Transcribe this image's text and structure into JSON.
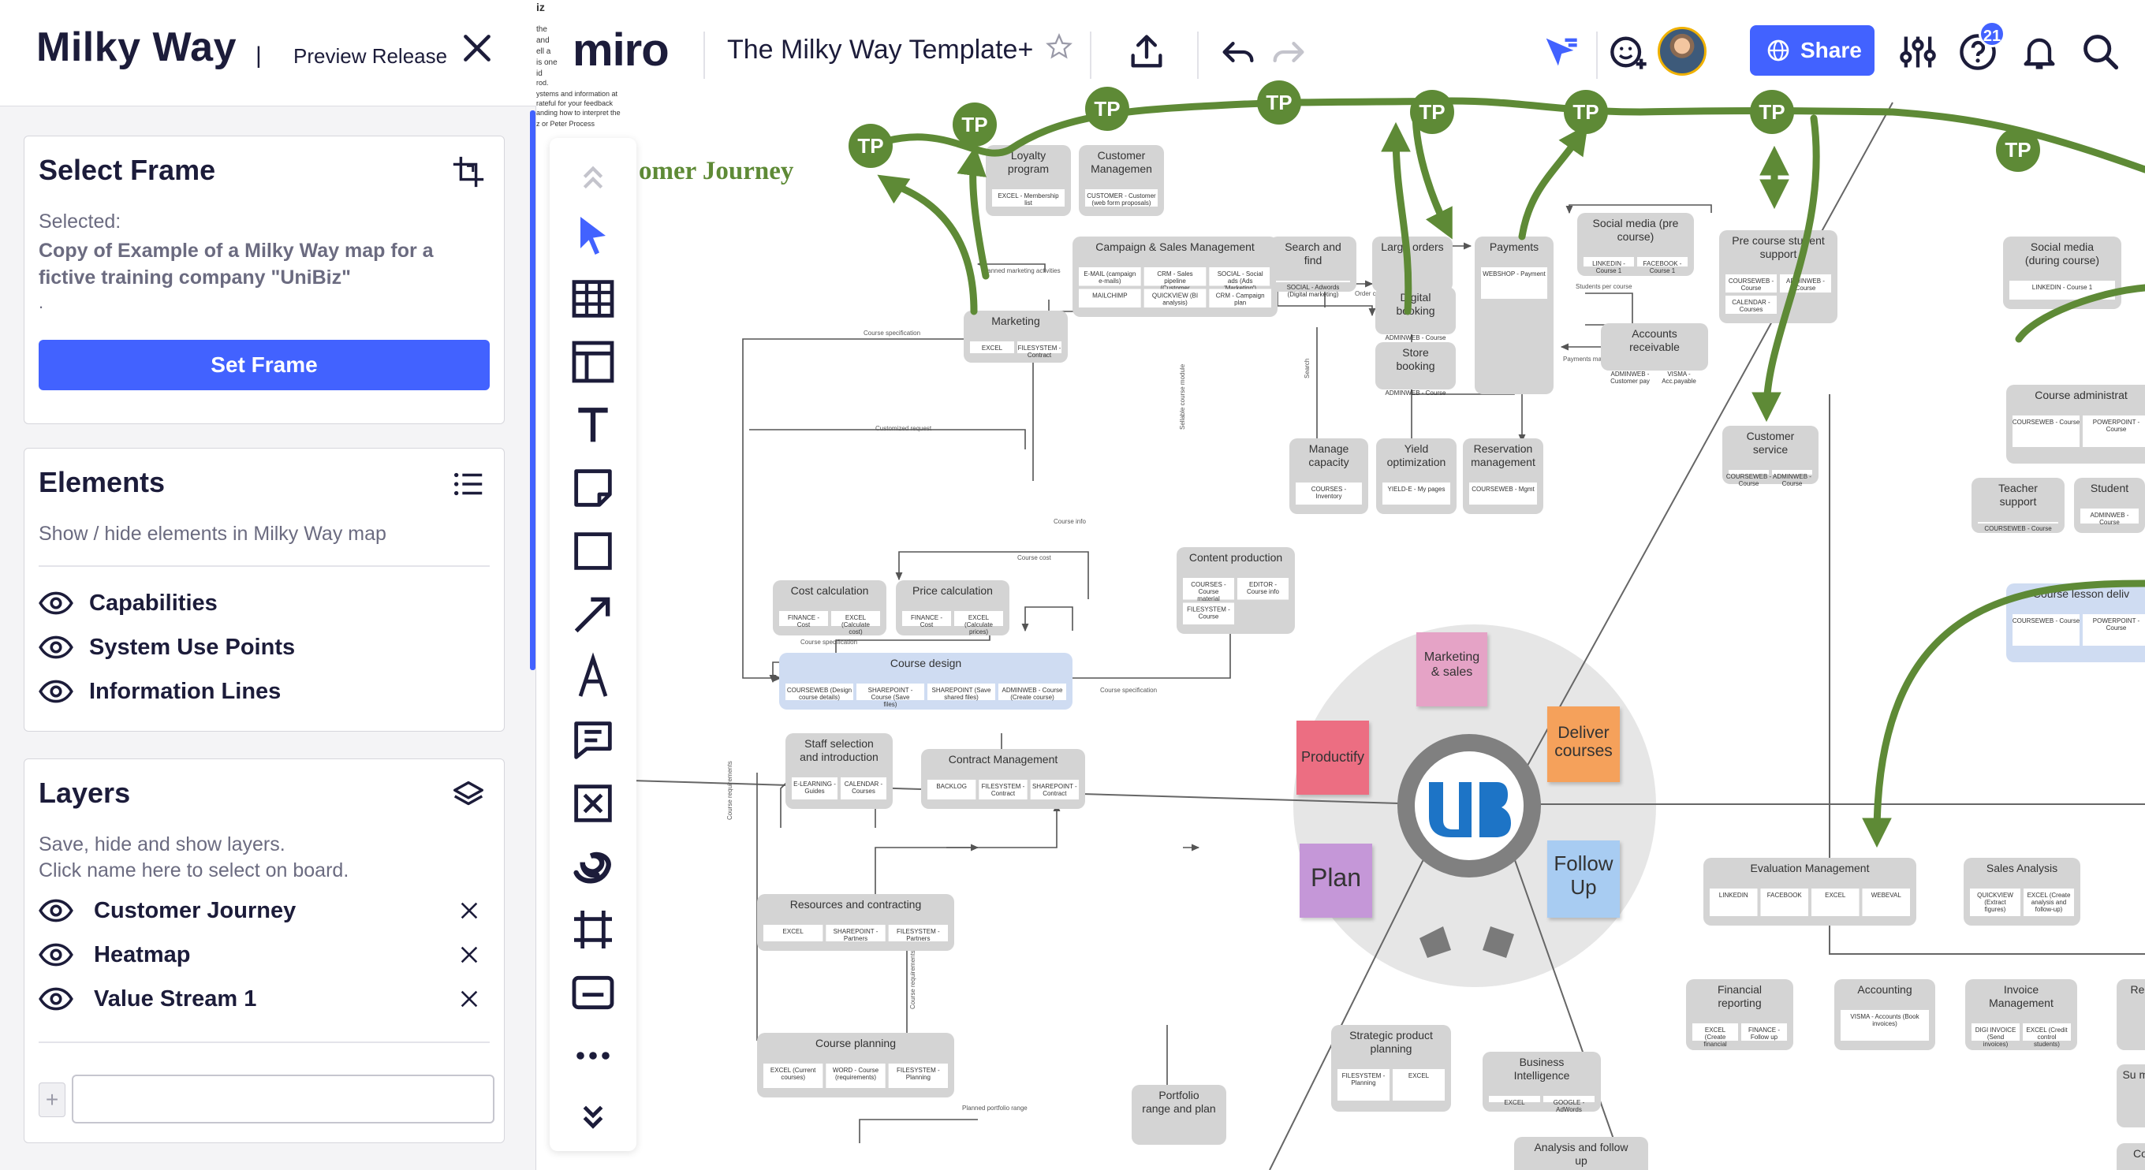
{
  "panel": {
    "title": "Milky Way",
    "separator": "|",
    "subtitle": "Preview Release",
    "select_frame": {
      "title": "Select Frame",
      "selected_label": "Selected:",
      "selected_name": "Copy of Example of a Milky Way map for a fictive training company \"UniBiz\"",
      "dot": ".",
      "button": "Set Frame"
    },
    "elements": {
      "title": "Elements",
      "desc": "Show / hide elements in Milky Way map",
      "items": [
        {
          "label": "Capabilities"
        },
        {
          "label": "System Use Points"
        },
        {
          "label": "Information Lines"
        }
      ]
    },
    "layers": {
      "title": "Layers",
      "desc_line1": "Save, hide and show layers.",
      "desc_line2": "Click name here to select on board.",
      "items": [
        {
          "label": "Customer Journey"
        },
        {
          "label": "Heatmap"
        },
        {
          "label": "Value Stream 1"
        }
      ],
      "add_button": "+",
      "input_value": ""
    }
  },
  "topbar": {
    "logo": "miro",
    "board_name": "The Milky Way Template+",
    "share": "Share",
    "notifications": "21"
  },
  "board": {
    "strip_fragment": "iz",
    "strip_lines": [
      "the",
      "and",
      "ell a",
      "is one",
      "id",
      "rod.",
      "ystems and information at",
      "rateful for your feedback",
      "anding how to interpret the",
      "z or Peter Process"
    ],
    "journey_title": "omer Journey",
    "tp_label": "TP",
    "center_stickies": {
      "marketing": "Marketing & sales",
      "deliver": "Deliver courses",
      "productify": "Productify",
      "plan": "Plan",
      "follow": "Follow Up"
    },
    "boxes": {
      "loyalty": "Loyalty program",
      "loyalty_sub": [
        "EXCEL - Membership list"
      ],
      "customer_mgmt": "Customer Managemen",
      "customer_mgmt_sub": [
        "CUSTOMER - Customer (web form proposals)"
      ],
      "campaign": "Campaign & Sales Management",
      "campaign_sub": [
        "E-MAIL (campaign e-mails)",
        "CRM - Sales pipeline (Customer details)",
        "SOCIAL - Social ads (Ads 'Marketing')",
        "MAILCHIMP",
        "QUICKVIEW (BI analysis)",
        "CRM - Campaign plan"
      ],
      "search": "Search and find",
      "search_sub": [
        "SOCIAL - Adwords (Digital marketing)"
      ],
      "large_orders": "Large orders",
      "payments": "Payments",
      "payments_sub": [
        "WEBSHOP - Payment"
      ],
      "social_pre": "Social media (pre course)",
      "social_pre_sub": [
        "LINKEDIN - Course 1",
        "FACEBOOK - Course 1"
      ],
      "pre_support": "Pre course student support",
      "pre_support_sub": [
        "COURSEWEB - Course",
        "ADMINWEB - Course",
        "CALENDAR - Courses"
      ],
      "social_during": "Social media (during course)",
      "social_during_sub": [
        "LINKEDIN - Course 1"
      ],
      "marketing": "Marketing",
      "marketing_sub": [
        "EXCEL",
        "FILESYSTEM - Contract"
      ],
      "digital_booking": "Digital booking",
      "digital_booking_sub": [
        "ADMINWEB - Course"
      ],
      "store_booking": "Store booking",
      "store_booking_sub": [
        "ADMINWEB - Course"
      ],
      "accounts_rec": "Accounts receivable",
      "accounts_rec_sub": [
        "ADMINWEB - Customer pay",
        "VISMA - Acc.payable"
      ],
      "customer_service": "Customer service",
      "customer_service_sub": [
        "COURSEWEB - Course",
        "ADMINWEB - Course"
      ],
      "course_admin": "Course administrat",
      "course_admin_sub": [
        "COURSEWEB - Course",
        "POWERPOINT - Course"
      ],
      "teacher_support": "Teacher support",
      "teacher_support_sub": [
        "COURSEWEB - Course"
      ],
      "student": "Student",
      "student_sub": [
        "ADMINWEB - Course"
      ],
      "manage_capacity": "Manage capacity",
      "manage_capacity_sub": [
        "COURSES - Inventory"
      ],
      "yield": "Yield optimization",
      "yield_sub": [
        "YIELD-E - My pages"
      ],
      "reservation": "Reservation management",
      "reservation_sub": [
        "COURSEWEB - Mgmt"
      ],
      "content_prod": "Content production",
      "content_prod_sub": [
        "COURSES - Course material",
        "EDITOR - Course info",
        "FILESYSTEM - Course"
      ],
      "cost_calc": "Cost calculation",
      "cost_calc_sub": [
        "FINANCE - Cost",
        "EXCEL (Calculate cost)"
      ],
      "price_calc": "Price calculation",
      "price_calc_sub": [
        "FINANCE - Cost",
        "EXCEL (Calculate prices)"
      ],
      "course_design": "Course design",
      "course_design_sub": [
        "COURSEWEB (Design course details)",
        "SHAREPOINT - Course (Save files)",
        "SHAREPOINT (Save shared files)",
        "ADMINWEB - Course (Create course)"
      ],
      "lesson_deliv": "Course lesson deliv",
      "lesson_deliv_sub": [
        "COURSEWEB - Course",
        "POWERPOINT - Course"
      ],
      "staff": "Staff selection and introduction",
      "staff_sub": [
        "E-LEARNING - Guides",
        "CALENDAR - Courses"
      ],
      "contract": "Contract Management",
      "contract_sub": [
        "BACKLOG",
        "FILESYSTEM - Contract",
        "SHAREPOINT - Contract"
      ],
      "resources": "Resources and contracting",
      "resources_sub": [
        "EXCEL",
        "SHAREPOINT - Partners",
        "FILESYSTEM - Partners"
      ],
      "evaluation": "Evaluation Management",
      "evaluation_sub": [
        "LINKEDIN",
        "FACEBOOK",
        "EXCEL",
        "WEBEVAL"
      ],
      "sales_analysis": "Sales Analysis",
      "sales_analysis_sub": [
        "QUICKVIEW (Extract figures)",
        "EXCEL (Create analysis and follow-up)"
      ],
      "course_planning": "Course planning",
      "course_planning_sub": [
        "EXCEL (Current courses)",
        "WORD - Course (requirements)",
        "FILESYSTEM - Planning"
      ],
      "portfolio": "Portfolio range and plan",
      "strategic": "Strategic product planning",
      "strategic_sub": [
        "FILESYSTEM - Planning",
        "EXCEL"
      ],
      "bi": "Business Intelligence",
      "bi_sub": [
        "EXCEL",
        "GOOGLE - AdWords"
      ],
      "analysis": "Analysis and follow up",
      "fin_reporting": "Financial reporting",
      "fin_reporting_sub": [
        "EXCEL (Create financial reports)",
        "FINANCE - Follow up"
      ],
      "accounting": "Accounting",
      "accounting_sub": [
        "VISMA - Accounts (Book invoices)"
      ],
      "invoice": "Invoice Management",
      "invoice_sub": [
        "DIGI INVOICE (Send invoices)",
        "EXCEL (Credit control students)"
      ],
      "rec_partial": "Rec",
      "sup_partial": "Su mar",
      "co_partial": "Co"
    },
    "line_labels": {
      "planned_marketing": "Planned marketing activities",
      "course_spec": "Course specification",
      "customized": "Customized request",
      "course_info": "Course info",
      "course_cost": "Course cost",
      "course_spec2": "Course specification",
      "course_spec3": "Course specification",
      "sellable": "Sellable course module",
      "search": "Search",
      "order_conf": "Order confirmation",
      "students_per": "Students per course",
      "payments_made": "Payments made",
      "course_req": "Course requirements",
      "course_req2": "Course requirements",
      "planned_portfolio": "Planned portfolio range"
    },
    "colors": {
      "accent": "#4262ff",
      "journey_green": "#5e8a36",
      "box_grey": "#d4d4d4",
      "design_blue": "#cfdcf2",
      "sticky_pink": "#e5a3c6",
      "sticky_orange": "#f5a15b",
      "sticky_red": "#ec6e82",
      "sticky_purple": "#c597d8",
      "sticky_blue": "#a8ccf2",
      "ub_blue": "#1d74c6"
    }
  }
}
